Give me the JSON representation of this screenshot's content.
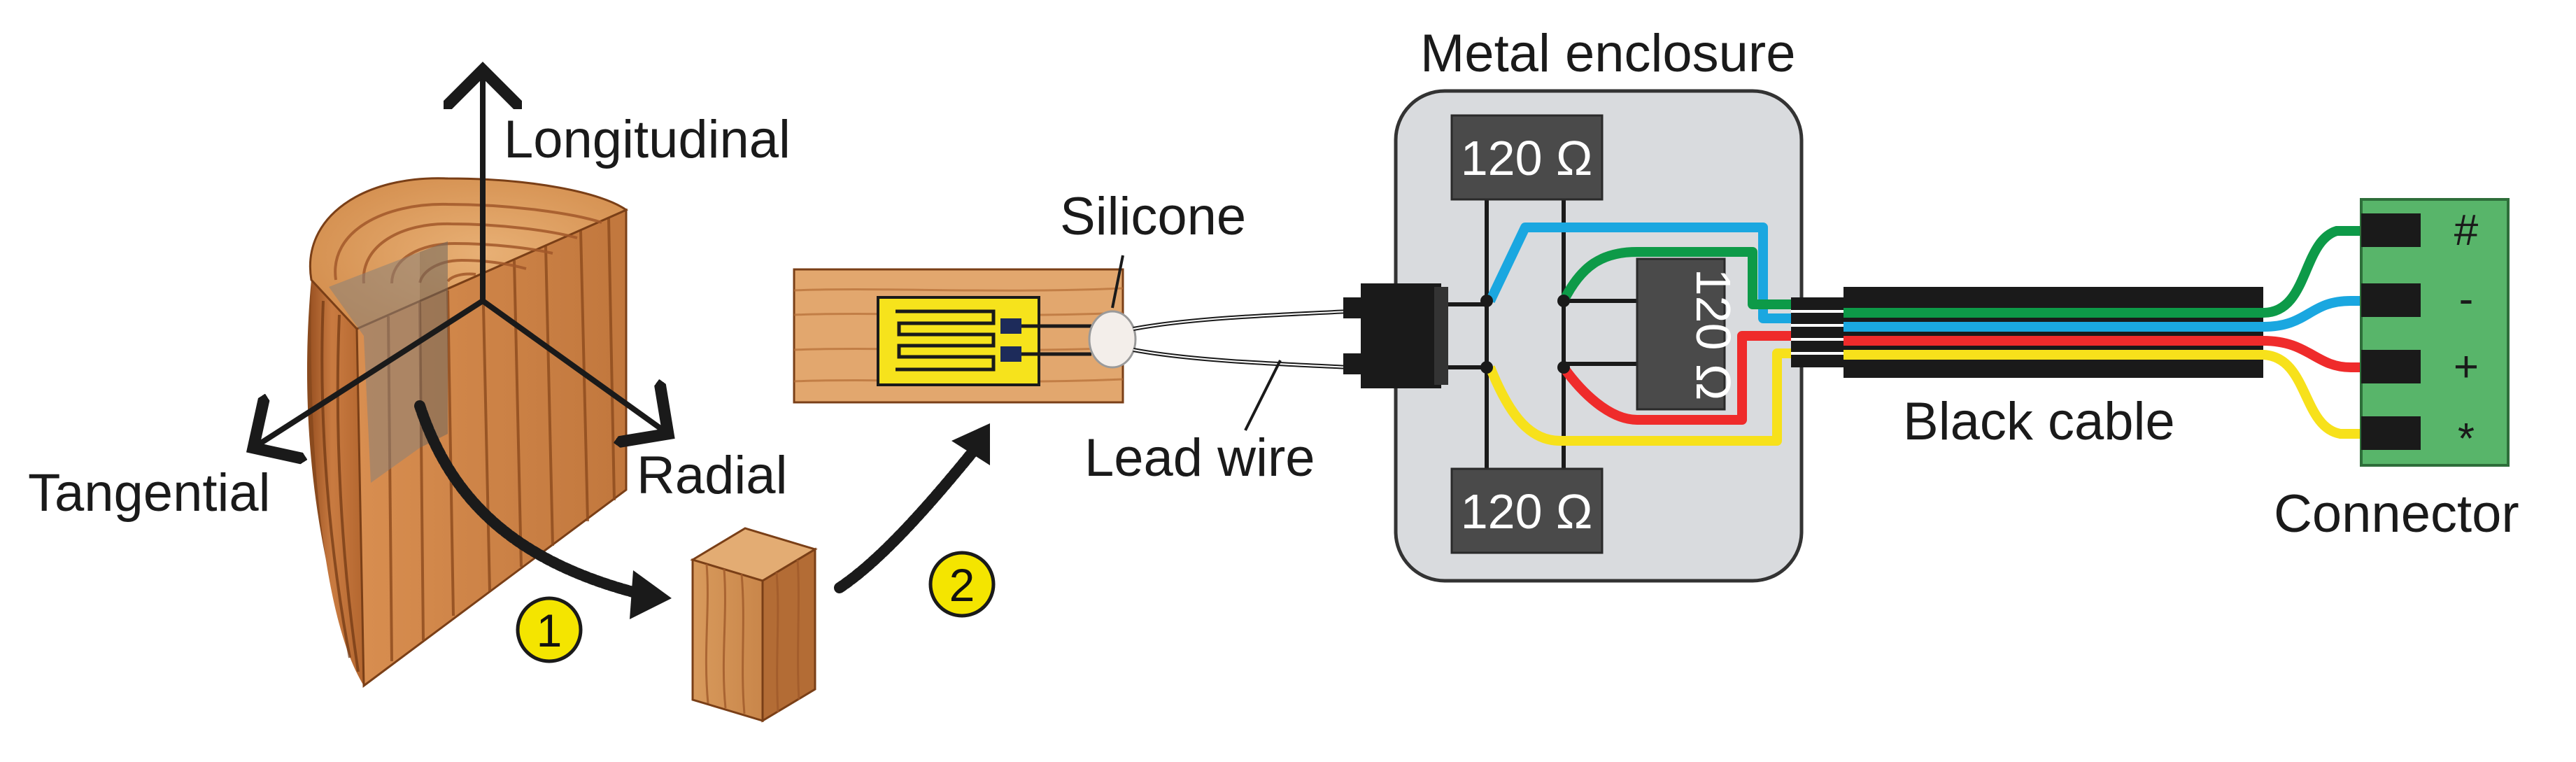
{
  "labels": {
    "longitudinal": "Longitudinal",
    "tangential": "Tangential",
    "radial": "Radial",
    "silicone": "Silicone",
    "lead_wire": "Lead wire",
    "metal_enclosure": "Metal enclosure",
    "black_cable": "Black cable",
    "connector": "Connector"
  },
  "resistors": {
    "top": "120 Ω",
    "right": "120 Ω",
    "bottom": "120 Ω"
  },
  "steps": [
    "1",
    "2"
  ],
  "connector_pins": [
    "#",
    "-",
    "+",
    "*"
  ],
  "wire_colors": {
    "blue": "#1aa7e0",
    "green": "#0d9a48",
    "red": "#ef2b2b",
    "yellow": "#f7e11b"
  },
  "colors": {
    "wood_light": "#e3a56b",
    "wood_dark": "#b86b34",
    "gauge_yellow": "#f6e31c",
    "enclosure_fill": "#d9dbde",
    "resistor_fill": "#4a4a4a",
    "connector_green": "#58b56a",
    "step_badge": "#f4e500"
  }
}
